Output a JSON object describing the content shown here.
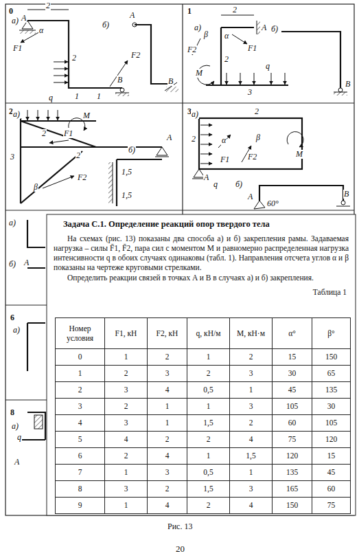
{
  "diagram": {
    "title": "Задача С.1. Определение реакций опор твердого тела",
    "caption": "Рис. 13",
    "labels": [
      "0",
      "а)",
      "A",
      "2",
      "α",
      "F1",
      "2",
      "F2",
      "q",
      "1",
      "1",
      "B",
      "б)",
      "A",
      "B",
      "1",
      "2",
      "а)",
      "F2",
      "β",
      "α",
      "F1",
      "A",
      "б)",
      "2",
      "M",
      "q",
      "3",
      "B",
      "2",
      "а)",
      "M",
      "F1",
      "2",
      "3",
      "2",
      "F2",
      "β",
      "б)",
      "A",
      "1,5",
      "1,5",
      "3",
      "2",
      "а)",
      "2",
      "α",
      "F1",
      "β",
      "F2",
      "M",
      "A",
      "q",
      "б)",
      "A",
      "60°",
      "B",
      "а)",
      "б)",
      "A",
      "6",
      "а)",
      "8",
      "а)",
      "q",
      "A",
      "На схемах (рис. 13) показаны два способа а) и б) закрепления рамы. Задаваемая нагрузка – силы F̄1, F̄2, пара сил с моментом M и равномерно распределенная нагрузка интенсивности q в обоих случаях одинаковы (табл. 1). Направления отсчета углов α и β показаны на чертеже круговыми стрелками.",
      "Определить реакции связей в точках A и B в случаях а) и б) закрепления.",
      "Таблица 1",
      "Номер условия",
      "F1, кН",
      "F2, кН",
      "q, кН/м",
      "M, кН·м",
      "α°",
      "β°",
      "0",
      "1",
      "2",
      "1",
      "2",
      "15",
      "150",
      "1",
      "2",
      "3",
      "2",
      "3",
      "30",
      "65",
      "2",
      "3",
      "4",
      "0,5",
      "1",
      "45",
      "135",
      "3",
      "2",
      "1",
      "1",
      "3",
      "105",
      "30",
      "4",
      "3",
      "1",
      "1,5",
      "2",
      "60",
      "105",
      "5",
      "4",
      "2",
      "2",
      "4",
      "75",
      "120",
      "6",
      "2",
      "4",
      "1",
      "1,5",
      "120",
      "15",
      "7",
      "1",
      "3",
      "0,5",
      "1",
      "135",
      "45",
      "8",
      "3",
      "2",
      "1,5",
      "3",
      "165",
      "60",
      "9",
      "1",
      "4",
      "2",
      "4",
      "150",
      "75",
      "20"
    ]
  }
}
